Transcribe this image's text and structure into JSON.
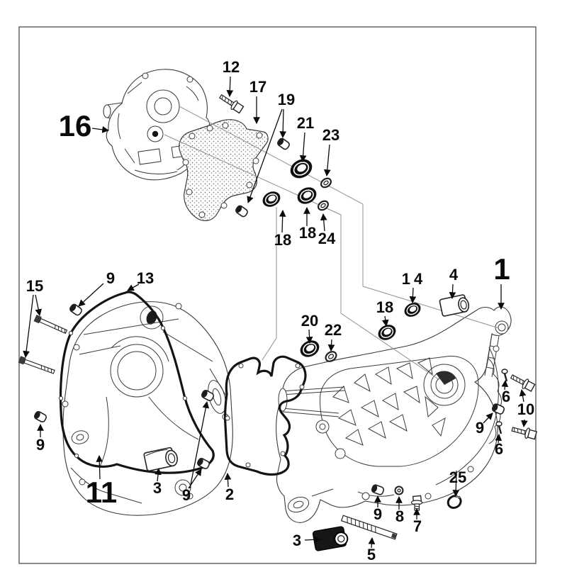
{
  "diagram": {
    "figure_type": "exploded-parts-diagram",
    "subject": "engine crankcase assembly exploded view",
    "colors": {
      "background": "#ffffff",
      "line_art": "#3a3a3a",
      "gasket_line": "#141414",
      "label_text": "#0a0a0a",
      "frame": "#6f6f6f"
    },
    "callouts": [
      {
        "text": "16",
        "size": "large"
      },
      {
        "text": "12",
        "size": "normal"
      },
      {
        "text": "17",
        "size": "normal"
      },
      {
        "text": "19",
        "size": "normal"
      },
      {
        "text": "21",
        "size": "normal"
      },
      {
        "text": "23",
        "size": "normal"
      },
      {
        "text": "18",
        "size": "normal"
      },
      {
        "text": "18",
        "size": "normal"
      },
      {
        "text": "24",
        "size": "normal"
      },
      {
        "text": "20",
        "size": "normal"
      },
      {
        "text": "22",
        "size": "normal"
      },
      {
        "text": "14",
        "size": "normal"
      },
      {
        "text": "18",
        "size": "normal"
      },
      {
        "text": "4",
        "size": "normal"
      },
      {
        "text": "1",
        "size": "large"
      },
      {
        "text": "15",
        "size": "normal"
      },
      {
        "text": "9",
        "size": "normal"
      },
      {
        "text": "13",
        "size": "normal"
      },
      {
        "text": "9",
        "size": "normal"
      },
      {
        "text": "11",
        "size": "large"
      },
      {
        "text": "3",
        "size": "normal"
      },
      {
        "text": "9",
        "size": "normal"
      },
      {
        "text": "2",
        "size": "normal"
      },
      {
        "text": "6",
        "size": "normal"
      },
      {
        "text": "10",
        "size": "normal"
      },
      {
        "text": "9",
        "size": "normal"
      },
      {
        "text": "6",
        "size": "normal"
      },
      {
        "text": "25",
        "size": "normal"
      },
      {
        "text": "9",
        "size": "normal"
      },
      {
        "text": "8",
        "size": "normal"
      },
      {
        "text": "7",
        "size": "normal"
      },
      {
        "text": "5",
        "size": "normal"
      },
      {
        "text": "3",
        "size": "normal"
      }
    ]
  }
}
